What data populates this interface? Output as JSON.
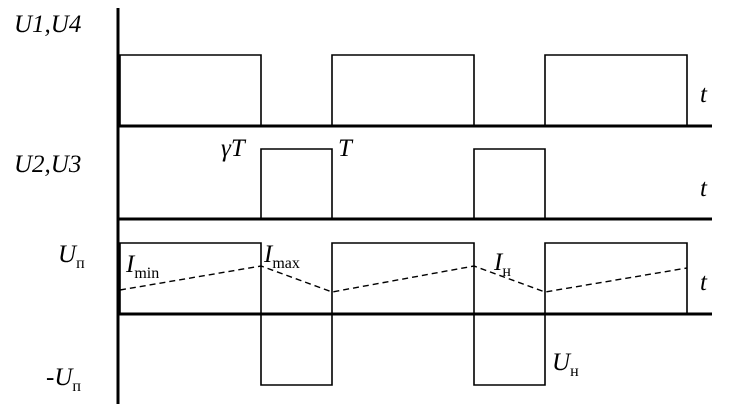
{
  "labels": {
    "u1u4": "U1,U4",
    "u2u3": "U2,U3",
    "up": "U",
    "up_sub": "п",
    "neg_up": "-U",
    "neg_up_sub": "п",
    "t": "t",
    "gamma_t": "γT",
    "period": "T",
    "i_min": "I",
    "i_min_sub": "min",
    "i_max": "I",
    "i_max_sub": "max",
    "i_n": "I",
    "i_n_sub": "н",
    "u_n": "U",
    "u_n_sub": "н"
  }
}
